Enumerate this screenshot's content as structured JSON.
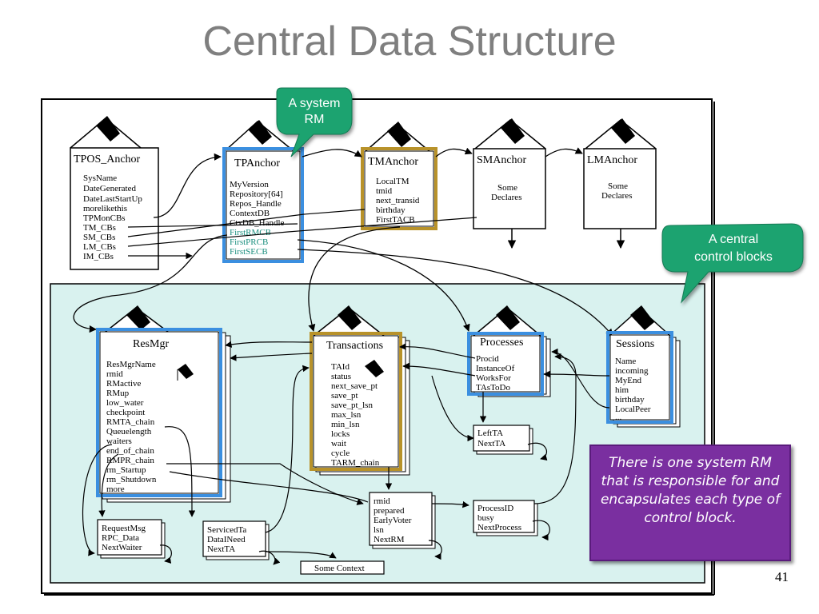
{
  "slide": {
    "title": "Central Data Structure",
    "page_number": "41",
    "note": "There is one system RM that is responsible for and encapsulates each type of control block."
  },
  "callouts": {
    "system_rm": [
      "A system",
      "RM"
    ],
    "central_control": [
      "A central",
      "control blocks"
    ]
  },
  "anchors": {
    "tpos": {
      "title": "TPOS_Anchor",
      "fields": [
        "SysName",
        "DateGenerated",
        "DateLastStartUp",
        "morelikethis",
        "TPMonCBs",
        "TM_CBs",
        "SM_CBs",
        "LM_CBs",
        "IM_CBs"
      ]
    },
    "tp": {
      "title": "TPAnchor",
      "fields": [
        "MyVersion",
        "Repository[64]",
        "Repos_Handle",
        "ContextDB",
        "CtxDB_Handle"
      ],
      "highlight_fields": [
        "FirstRMCB",
        "FirstPRCB",
        "FirstSECB"
      ]
    },
    "tm": {
      "title": "TMAnchor",
      "fields": [
        "LocalTM",
        "tmid",
        "next_transid",
        "birthday",
        "FirstTACB"
      ]
    },
    "sm": {
      "title": "SMAnchor",
      "fields": [
        "Some",
        "Declares"
      ]
    },
    "lm": {
      "title": "LMAnchor",
      "fields": [
        "Some",
        "Declares"
      ]
    }
  },
  "blocks": {
    "resmgr": {
      "title": "ResMgr",
      "fields": [
        "ResMgrName",
        "rmid",
        "RMactive",
        "RMup",
        "low_water",
        "checkpoint",
        "RMTA_chain",
        "Queuelength",
        "waiters",
        "end_of_chain",
        "RMPR_chain",
        "rm_Startup",
        "rm_Shutdown",
        "more"
      ]
    },
    "transactions": {
      "title": "Transactions",
      "fields": [
        "TAId",
        "status",
        "next_save_pt",
        "save_pt",
        "save_pt_lsn",
        "max_lsn",
        "min_lsn",
        "locks",
        "wait",
        "cycle",
        "TARM_chain"
      ]
    },
    "processes": {
      "title": "Processes",
      "fields": [
        "Procid",
        "InstanceOf",
        "WorksFor",
        "TAsToDo"
      ]
    },
    "sessions": {
      "title": "Sessions",
      "fields": [
        "Name",
        "incoming",
        "MyEnd",
        "him",
        "birthday",
        "LocalPeer",
        "..."
      ]
    },
    "request": {
      "fields": [
        "RequestMsg",
        "RPC_Data",
        "NextWaiter"
      ]
    },
    "serviced": {
      "fields": [
        "ServicedTa",
        "DataINeed",
        "NextTA"
      ]
    },
    "leftta": {
      "fields": [
        "LeftTA",
        "NextTA"
      ]
    },
    "rmid_box": {
      "fields": [
        "rmid",
        "prepared",
        "EarlyVoter",
        "lsn",
        "NextRM"
      ]
    },
    "process_box": {
      "fields": [
        "ProcessID",
        "busy",
        "NextProcess"
      ]
    },
    "some_context": {
      "label": "Some Context"
    }
  },
  "colors": {
    "title": "#7f7f7f",
    "teal_panel": "#d9f2ef",
    "blue_highlight": "#3b8fe0",
    "gold_highlight": "#b8922a",
    "callout_green": "#1fa370",
    "note_purple": "#7a2fa0"
  }
}
